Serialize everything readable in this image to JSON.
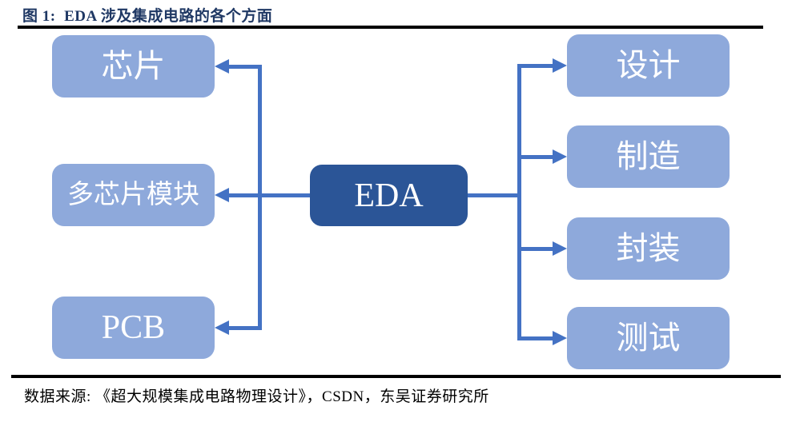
{
  "colors": {
    "title": "#1F3864",
    "node_light": "#8EA9DB",
    "node_dark": "#2B5597",
    "connector": "#4472C4",
    "rule": "#000000",
    "node_text": "#FFFFFF",
    "source_text": "#000000"
  },
  "header": {
    "title": "图 1:  EDA 涉及集成电路的各个方面"
  },
  "diagram": {
    "center_node": {
      "label": "EDA"
    },
    "left_nodes": [
      {
        "label": "芯片"
      },
      {
        "label": "多芯片模块"
      },
      {
        "label": "PCB"
      }
    ],
    "right_nodes": [
      {
        "label": "设计"
      },
      {
        "label": "制造"
      },
      {
        "label": "封装"
      },
      {
        "label": "测试"
      }
    ],
    "edges": [
      {
        "from": "EDA",
        "to": "芯片"
      },
      {
        "from": "EDA",
        "to": "多芯片模块"
      },
      {
        "from": "EDA",
        "to": "PCB"
      },
      {
        "from": "EDA",
        "to": "设计"
      },
      {
        "from": "EDA",
        "to": "制造"
      },
      {
        "from": "EDA",
        "to": "封装"
      },
      {
        "from": "EDA",
        "to": "测试"
      }
    ]
  },
  "footer": {
    "source": "数据来源: 《超大规模集成电路物理设计》，CSDN，东吴证券研究所"
  }
}
